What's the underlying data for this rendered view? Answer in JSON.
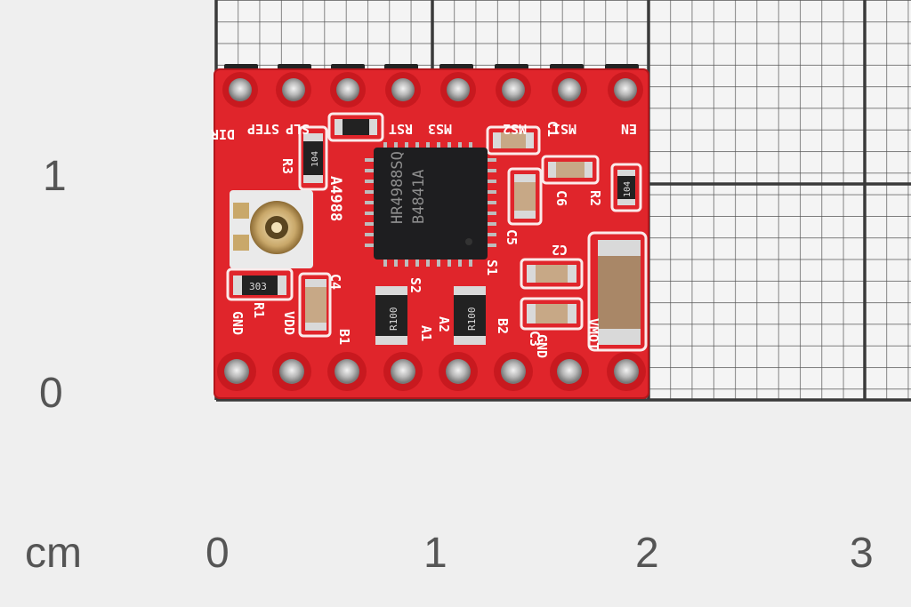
{
  "scale": {
    "unit": "cm",
    "x_ticks": [
      "0",
      "1",
      "2",
      "3"
    ],
    "y_ticks": [
      "1",
      "0"
    ]
  },
  "board": {
    "chip": {
      "line1": "HR4988SQ",
      "line2": "B4841A"
    },
    "top_labels": [
      "DIR",
      "STEP",
      "SLP",
      "RST",
      "MS3",
      "MS2",
      "MS1",
      "EN"
    ],
    "bottom_labels": [
      "GND",
      "VDD",
      "B1",
      "A1",
      "A2",
      "B2",
      "GND",
      "VMOT"
    ],
    "component_labels": {
      "r3": "R3",
      "r3_code": "104",
      "r1": "R1",
      "r1_code": "303",
      "r2": "R2",
      "r2_code": "104",
      "c1": "C1",
      "c2": "C2",
      "c3": "C3",
      "c4": "C4",
      "c5": "C5",
      "c6": "C6",
      "s1": "S1",
      "s2": "S2",
      "sense_a": "R100",
      "sense_b": "R100",
      "board_name": "A4988"
    }
  },
  "colors": {
    "board_red": "#e0252b",
    "chip_black": "#1e1e20",
    "grid_line": "#3a3a3a",
    "background": "#efefef"
  }
}
